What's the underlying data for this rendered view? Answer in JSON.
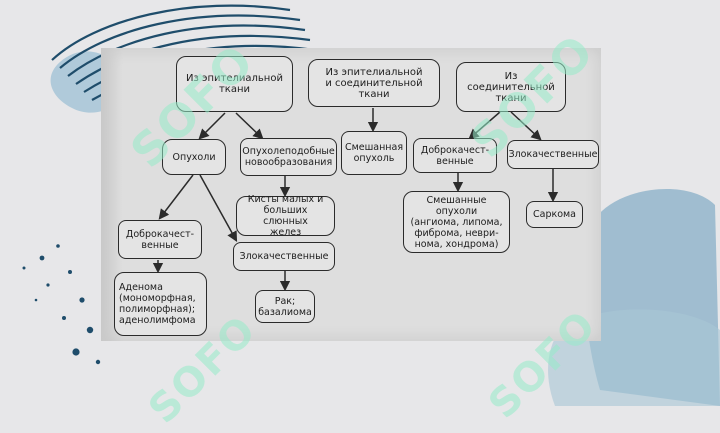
{
  "nodes": {
    "epithelial": "Из эпителиальной\nткани",
    "epithelial_connective": "Из эпителиальной\nи соединительной ткани",
    "connective": "Из соединительной\nткани",
    "tumors": "Опухоли",
    "tumor_like": "Опухолеподобные\nновообразования",
    "mixed_tumor": "Смешанная\nопухоль",
    "benign_right": "Доброкачест-\nвенные",
    "malignant_right": "Злокачественные",
    "cysts": "Кисты малых и\nбольших слюнных\nжелез",
    "mixed_tumors_list": "Смешанные опухоли\n(ангиома, липома,\nфиброма, неври-\nнома, хондрома)",
    "sarcoma": "Саркома",
    "benign_left": "Доброкачест-\nвенные",
    "malignant_left": "Злокачественные",
    "adenoma": "Аденома\n(мономорфная,\nполиморфная);\nаденолимфома",
    "cancer": "Рак;\nбазалиома"
  },
  "watermark_text": "SOFO",
  "colors": {
    "background": "#e7e7e9",
    "scan_paper": "#dedede",
    "ink": "#2b2b2b",
    "watermark": "#96ebc8",
    "arc_navy": "#1f4d6b",
    "blob_blue": "#8fb3c9"
  }
}
